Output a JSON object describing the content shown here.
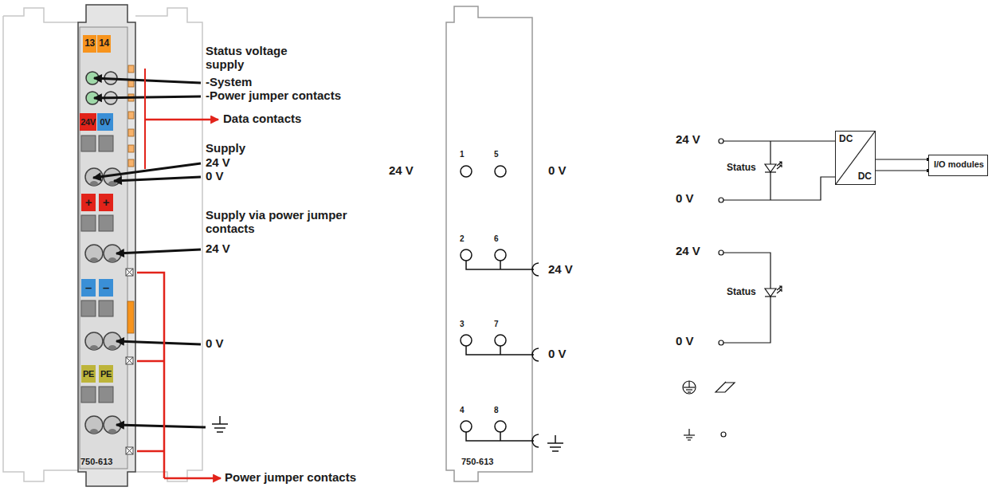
{
  "diagram": {
    "nodes": [
      {
        "text": [
          "DC",
          "DC"
        ]
      },
      {
        "text": [
          "I/O modules"
        ]
      }
    ],
    "edges": [
      {
        "from": 0,
        "to": 1,
        "arrow": "none"
      }
    ],
    "labels": [
      "13",
      "14",
      "Status voltage supply",
      "-System",
      "-Power jumper contacts",
      "24V",
      "0V",
      "Data contacts",
      "Supply",
      "24 V",
      "0 V",
      "+",
      "+",
      "Supply via power jumper contacts",
      "24 V",
      "–",
      "–",
      "0 V",
      "PE",
      "PE",
      "750-613",
      "Power jumper contacts",
      "1",
      "5",
      "24 V",
      "0 V",
      "2",
      "6",
      "24 V",
      "3",
      "7",
      "0 V",
      "4",
      "8",
      "750-613",
      "24 V",
      "Status",
      "0 V",
      "24 V",
      "Status",
      "0 V"
    ]
  }
}
